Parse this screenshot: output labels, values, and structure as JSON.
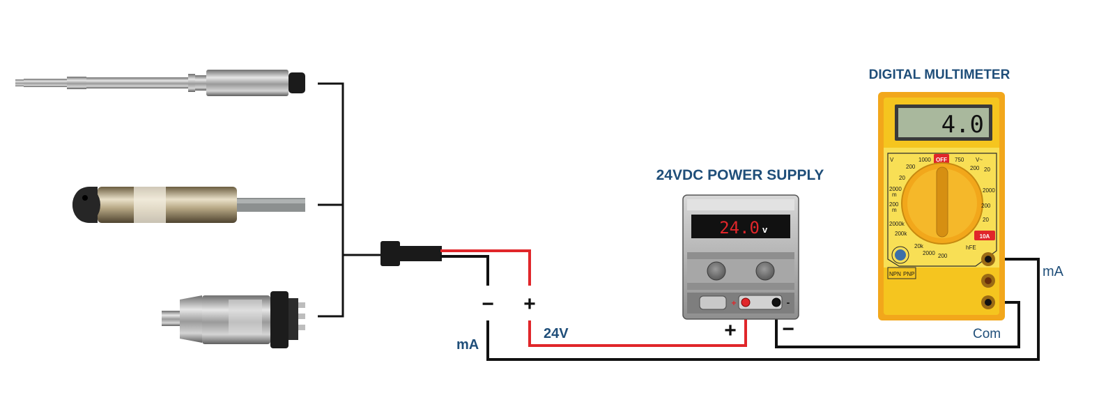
{
  "power_supply": {
    "title": "24VDC POWER SUPPLY",
    "display_value": "24.0",
    "display_unit": "v",
    "plus_small": "+",
    "minus_small": "-",
    "plus_big": "+",
    "minus_big": "−"
  },
  "multimeter": {
    "title": "DIGITAL MULTIMETER",
    "display_value": "4.0",
    "off_label": "OFF",
    "ten_amp_label": "10A",
    "dial_labels": {
      "v_dc": "V",
      "v_ac": "V~",
      "r1000": "1000",
      "r750": "750",
      "r200a": "200",
      "r20": "20",
      "r2000a": "2000",
      "m_a": "m",
      "r200b": "200",
      "m_b": "m",
      "r2000k": "2000k",
      "r200k": "200k",
      "r20k": "20k",
      "r2000b": "2000",
      "r200c": "200",
      "hfe": "hFE",
      "r200d": "200",
      "r20b": "20",
      "r2000c": "2000",
      "r200e": "200",
      "r20c": "20",
      "npn": "NPN",
      "pnp": "PNP"
    },
    "port_label_ma": "mA",
    "port_label_com": "Com"
  },
  "circuit": {
    "terminal_minus": "−",
    "terminal_plus": "+",
    "label_24v": "24V",
    "label_ma": "mA"
  },
  "colors": {
    "wire_black": "#111111",
    "wire_red": "#e0262a",
    "label_blue": "#1f4e79",
    "meter_yellow": "#f5c51f",
    "meter_orange": "#f2a71b"
  }
}
